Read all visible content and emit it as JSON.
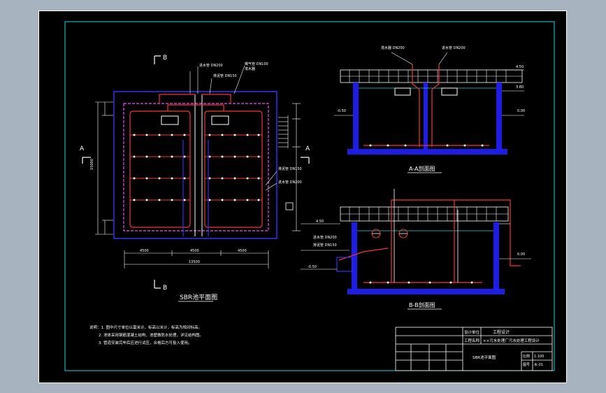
{
  "plan": {
    "title": "SBR池平面图",
    "sec_a_left": "A",
    "sec_a_right": "A",
    "sec_b_top": "B",
    "sec_b_bottom": "B",
    "callout_1": "排泥管 DN150",
    "callout_2": "进水管 DN200",
    "callout_3": "曝气管 DN100",
    "callout_4": "滗水器",
    "callout_5": "排泥管 DN150",
    "callout_6": "进水管 DN200",
    "dim_bottom_1": "4500",
    "dim_bottom_2": "4500",
    "dim_bottom_3": "4500",
    "dim_total": "13500",
    "dim_left": "15000"
  },
  "section_a": {
    "title": "A-A剖面图",
    "label_1": "滗水器 DN200",
    "label_2": "进水管 DN200",
    "elev_1": "4.50",
    "elev_2": "0.00",
    "elev_3": "-0.50",
    "elev_4": "3.80"
  },
  "section_b": {
    "title": "B-B剖面图",
    "label_1": "进水管 DN200",
    "label_2": "排泥管 DN150",
    "elev_1": "4.50",
    "elev_2": "0.00",
    "elev_3": "-0.50"
  },
  "notes": {
    "line_1": "说明：1. 图中尺寸单位以毫米计，标高以米计，标高为相对标高。",
    "line_2": "2. 池体采用钢筋混凝土结构，池壁做防水处理，详见结构图。",
    "line_3": "3. 管道安装完毕后应进行试压，合格后方可投入使用。"
  },
  "title_block": {
    "design_unit_label": "设计单位",
    "design_unit_value": "工程设计",
    "project_label": "工程名称",
    "project_value": "××污水处理厂污水处理工程设计",
    "drawing_name": "SBR池平面图",
    "scale_label": "比例",
    "scale_value": "1:100",
    "sheet_label": "图号",
    "sheet_value": "水-01"
  },
  "colors": {
    "pipe_red": "#ff3030",
    "magenta": "#ff40ff",
    "blue": "#2020ff",
    "cyan": "#00e0e0",
    "white": "#ffffff",
    "yellow": "#ffff60",
    "green": "#30ff30"
  }
}
